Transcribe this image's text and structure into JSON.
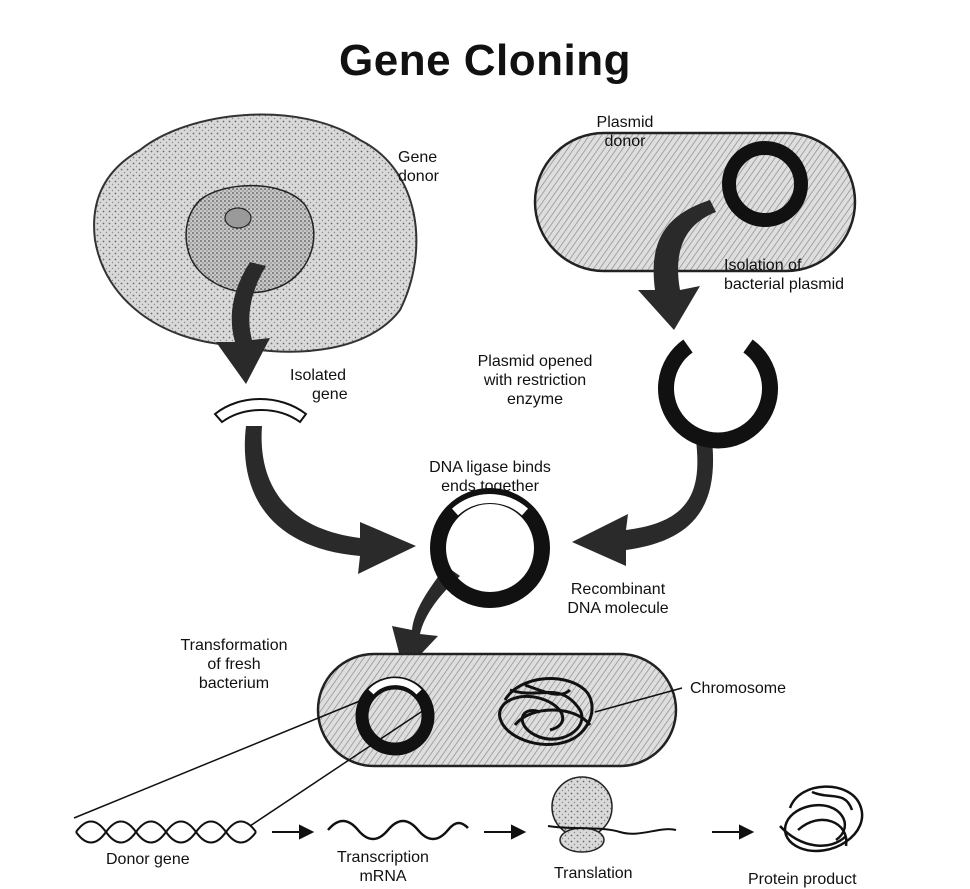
{
  "title": "Gene Cloning",
  "labels": {
    "gene_donor": [
      "Gene",
      "donor"
    ],
    "plasmid_donor": [
      "Plasmid",
      "donor"
    ],
    "isolation": [
      "Isolation of",
      "bacterial plasmid"
    ],
    "isolated_gene": [
      "Isolated",
      "gene"
    ],
    "plasmid_opened": [
      "Plasmid opened",
      "with restriction",
      "enzyme"
    ],
    "ligase": [
      "DNA ligase binds",
      "ends together"
    ],
    "recombinant": [
      "Recombinant",
      "DNA molecule"
    ],
    "transformation": [
      "Transformation",
      "of fresh",
      "bacterium"
    ],
    "chromosome": "Chromosome",
    "donor_gene": "Donor gene",
    "transcription": [
      "Transcription",
      "mRNA"
    ],
    "translation": "Translation",
    "protein_product": "Protein product"
  }
}
